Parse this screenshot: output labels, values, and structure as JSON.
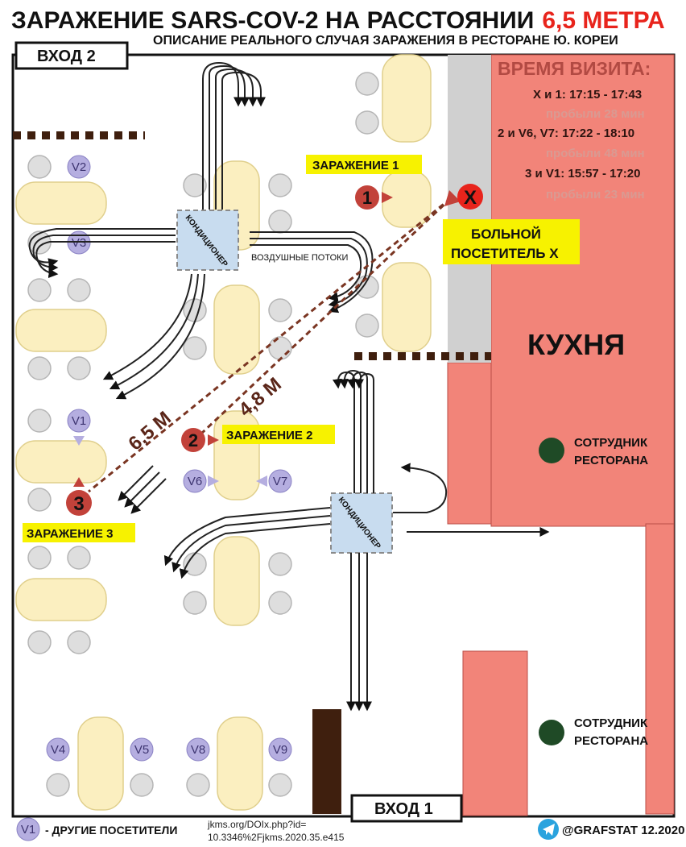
{
  "title": {
    "main": "ЗАРАЖЕНИЕ SARS-COV-2 НА РАССТОЯНИИ",
    "highlight": "6,5 МЕТРА",
    "subtitle": "ОПИСАНИЕ РЕАЛЬНОГО СЛУЧАЯ ЗАРАЖЕНИЯ В РЕСТОРАНЕ Ю. КОРЕИ"
  },
  "entrances": {
    "entrance2": "ВХОД 2",
    "entrance1": "ВХОД 1"
  },
  "kitchen": {
    "label": "КУХНЯ"
  },
  "visit_times": {
    "header": "ВРЕМЯ ВИЗИТА:",
    "rows": [
      {
        "who": "X и 1: 17:15 - 17:43",
        "duration": "пробыли 28 мин"
      },
      {
        "who": "2 и V6, V7: 17:22 - 18:10",
        "duration": "пробыли 48 мин"
      },
      {
        "who": "3 и V1: 15:57 - 17:20",
        "duration": "пробыли 23 мин"
      }
    ]
  },
  "labels": {
    "infection1": "ЗАРАЖЕНИЕ 1",
    "infection2": "ЗАРАЖЕНИЕ 2",
    "infection3": "ЗАРАЖЕНИЕ 3",
    "patient_line1": "БОЛЬНОЙ",
    "patient_line2": "ПОСЕТИТЕЛЬ Х",
    "air_conditioner": "КОНДИЦИОНЕР",
    "airflows": "ВОЗДУШНЫЕ ПОТОКИ",
    "staff_line1": "СОТРУДНИК",
    "staff_line2": "РЕСТОРАНА",
    "distance_long": "6,5 М",
    "distance_short": "4,8 М"
  },
  "markers": {
    "one": "1",
    "two": "2",
    "three": "3",
    "x": "X"
  },
  "visitors": [
    "V1",
    "V2",
    "V3",
    "V4",
    "V5",
    "V6",
    "V7",
    "V8",
    "V9"
  ],
  "legend": {
    "symbol": "V1",
    "text": "- ДРУГИЕ ПОСЕТИТЕЛИ"
  },
  "citation": {
    "line1": "jkms.org/DOIx.php?id=",
    "line2": "10.3346%2Fjkms.2020.35.e415"
  },
  "credit": "@GRAFSTAT 12.2020",
  "colors": {
    "kitchen": "#f28479",
    "table": "#fbefc0",
    "chair": "#dedede",
    "visitor": "#b5aee0",
    "infected": "#c2423a",
    "ac": "#c8dcef",
    "highlight_bg": "#f7f200",
    "title_red": "#e8241c",
    "staff": "#1f4a26",
    "partition": "#d0d0d0",
    "door": "#3f1f0e"
  }
}
